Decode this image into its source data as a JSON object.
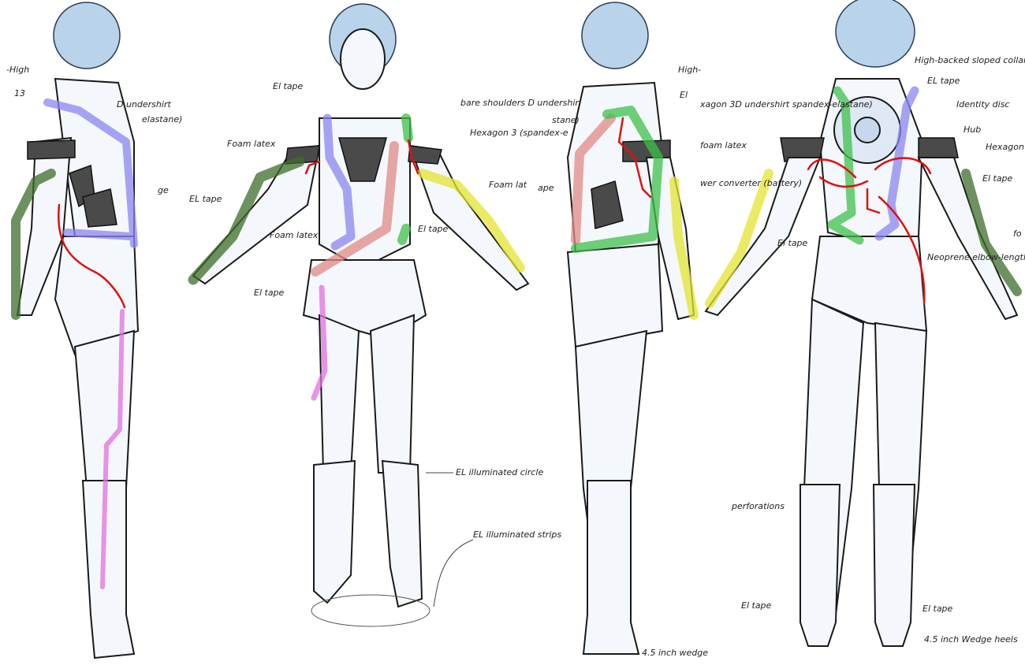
{
  "colors": {
    "el_tape_blue": "#8c86f0",
    "el_tape_green": "#3fc04a",
    "dark_green": "#3d6e2a",
    "yellow": "#e3e430",
    "pink": "#e070e0",
    "salmon": "#e08a86",
    "red_marker": "#e01010",
    "hair": "#b9d3ea"
  },
  "side_view_left": {
    "labels": [
      "-High",
      "13",
      "D undershirt",
      "elastane)",
      "ge"
    ]
  },
  "front_view": {
    "labels": {
      "el_tape_top": "El tape",
      "foam_latex_left": "Foam latex",
      "el_tape_arm": "EL tape",
      "foam_latex_torso": "Foam latex",
      "el_tape_hip": "El tape",
      "bare_shoulders": "bare shoulders D undershirt",
      "hexagon": "Hexagon 3 (spandex-e",
      "foam_latex_right": "Foam lat",
      "el_tape_right": "El tape",
      "el_circle": "EL illuminated circle",
      "el_strips": "EL illuminated strips"
    }
  },
  "side_view_right": {
    "labels": {
      "high": "High-",
      "el": "El",
      "stane": "stane)",
      "ape": "ape",
      "wedge": "4.5 inch wedge"
    }
  },
  "back_view": {
    "labels": {
      "collar": "High-backed sloped collar",
      "el_tape_top": "EL tape",
      "identity_disc": "Identity disc",
      "hub": "Hub",
      "undershirt": "xagon 3D undershirt spandex-elastane)",
      "foam_latex": "foam latex",
      "hexagon": "Hexagon (spande",
      "el_tape_arm": "El tape",
      "power_converter": "wer converter (battery)",
      "el_tape_waist": "El tape",
      "gloves": "Neoprene elbow-length gloves",
      "fo": "fo",
      "perforations": "perforations",
      "el_tape_left_heel": "El tape",
      "el_tape_right_heel": "El tape",
      "heels": "4.5 inch Wedge heels"
    }
  }
}
